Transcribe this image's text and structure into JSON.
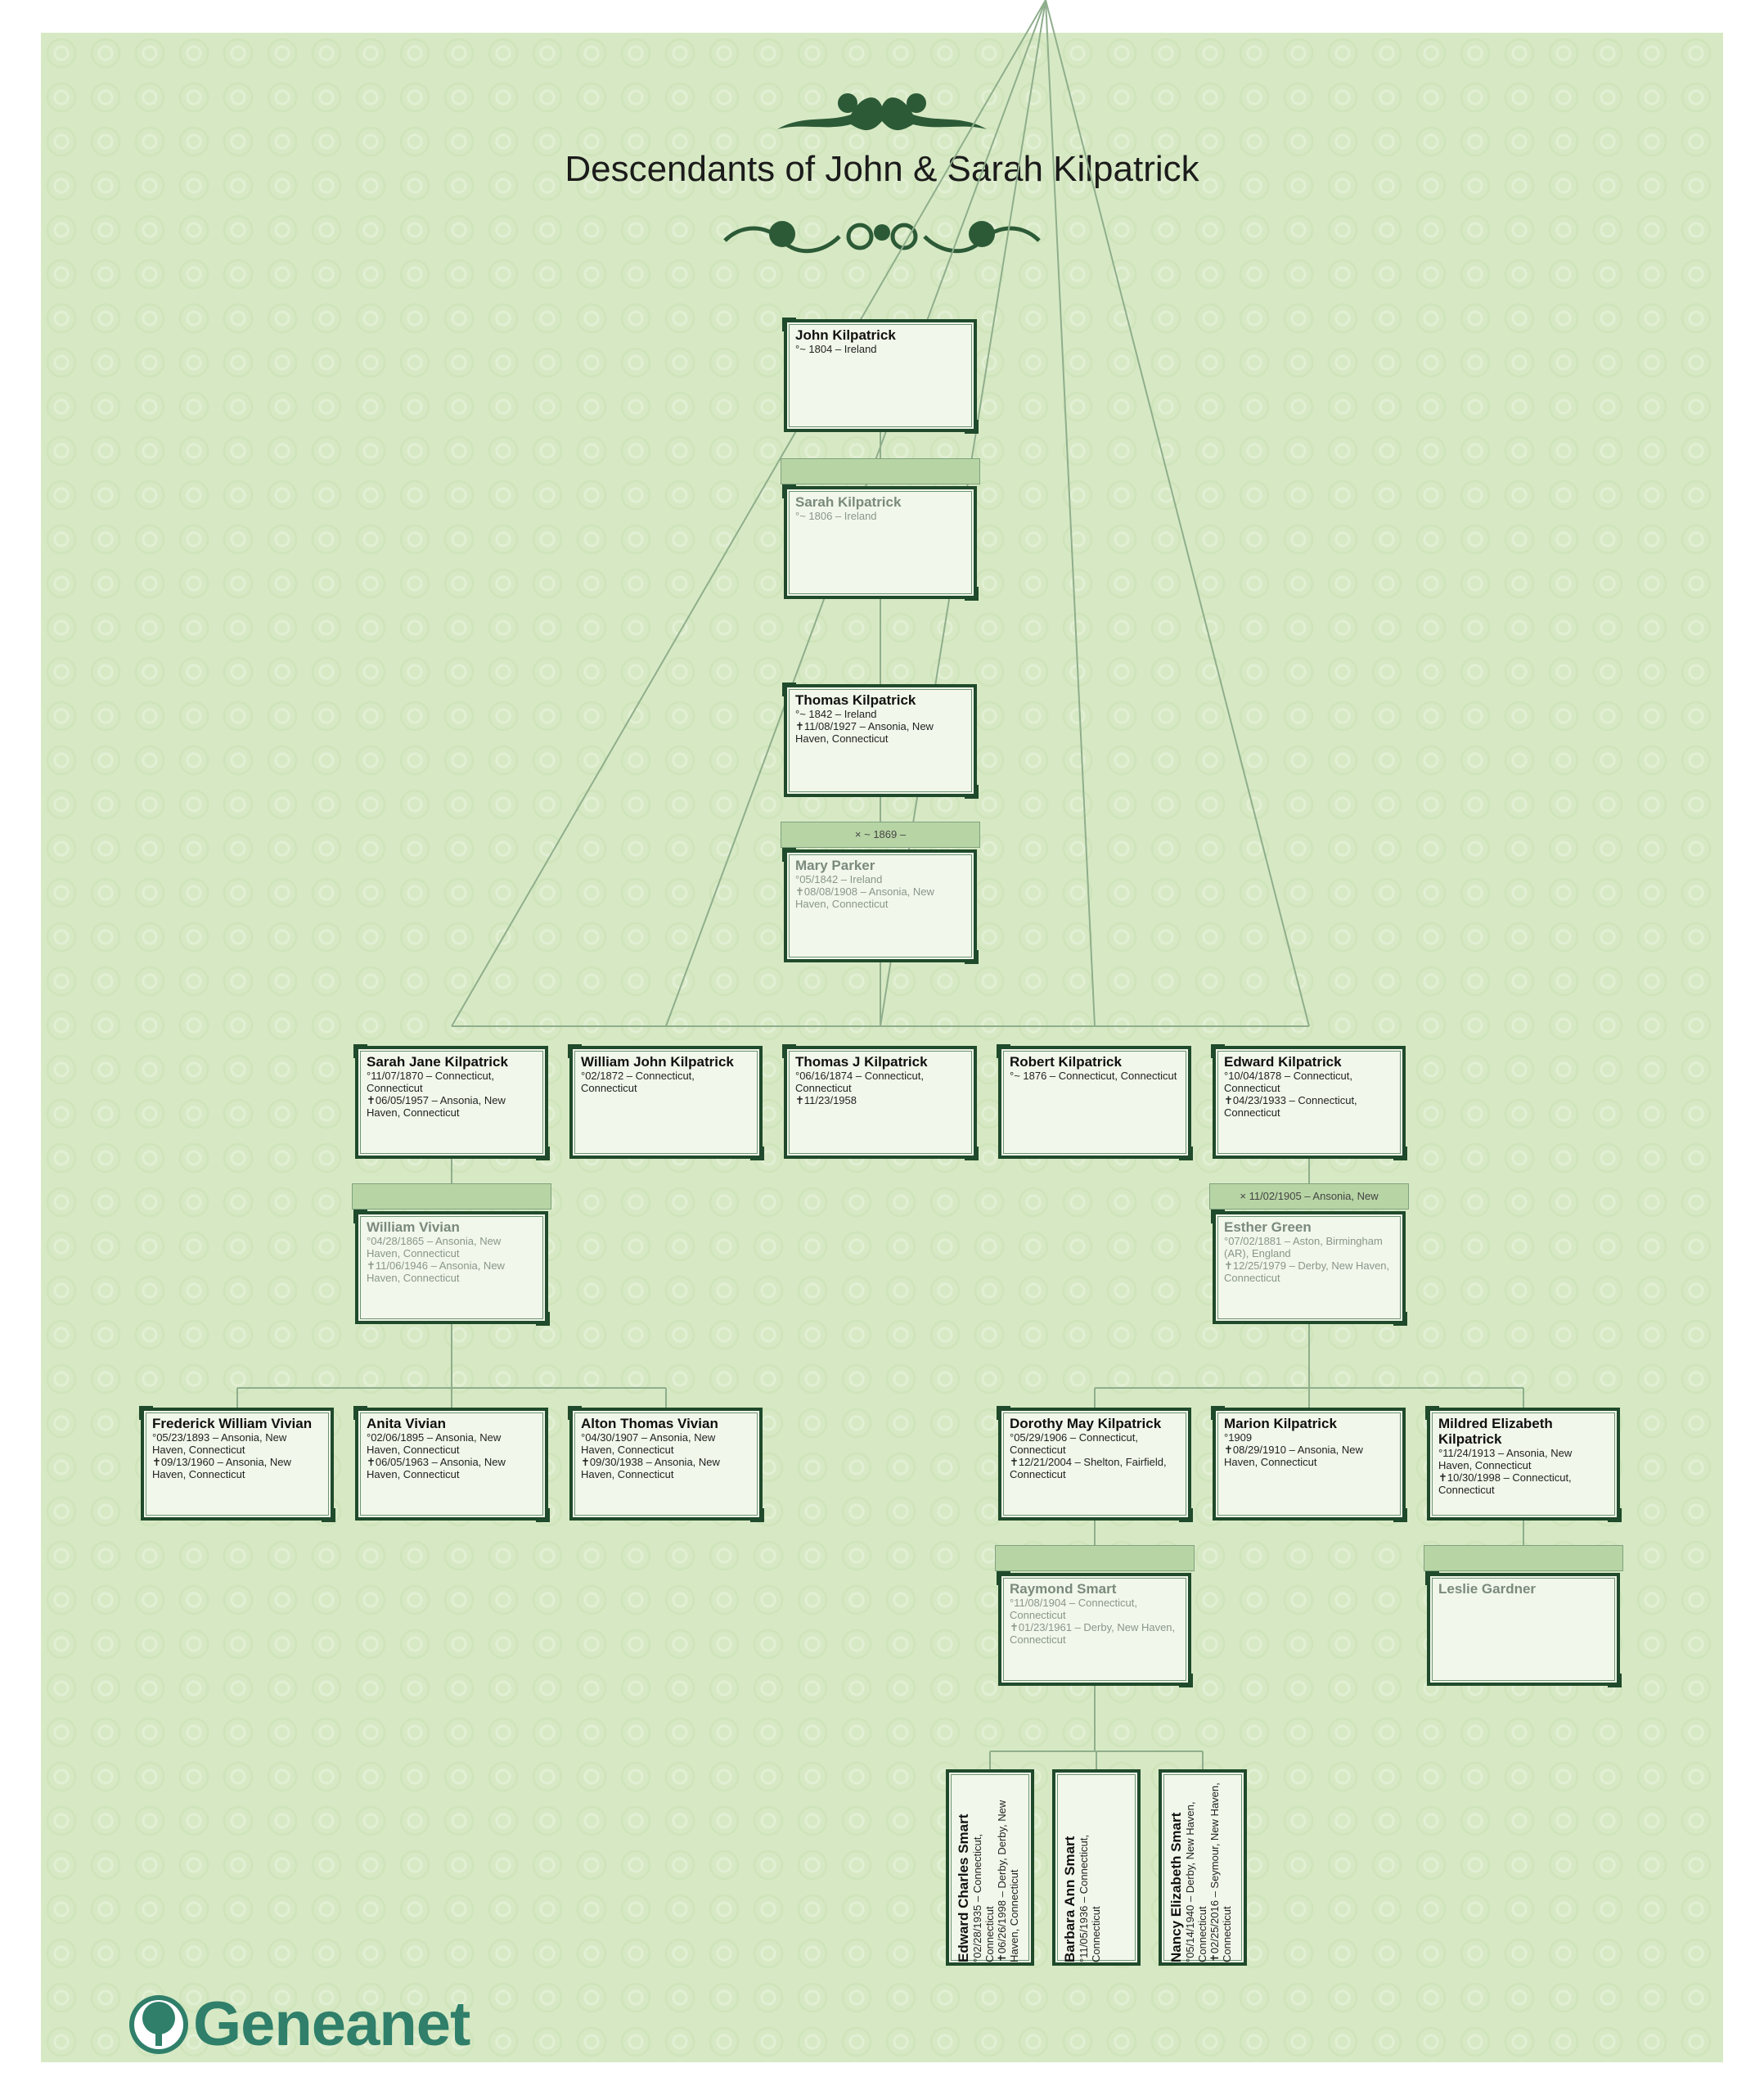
{
  "title": "Descendants of John & Sarah Kilpatrick",
  "colors": {
    "background": "#d7e9c4",
    "frame": "#1f4a2b",
    "card": "#f1f7ea",
    "marriage_bar": "#b7d4a4",
    "logo": "#2f7f6a"
  },
  "people": {
    "john": {
      "name": "John Kilpatrick",
      "events": [
        "°~ 1804 – Ireland"
      ]
    },
    "sarah": {
      "name": "Sarah Kilpatrick",
      "events": [
        "°~ 1806 – Ireland"
      ]
    },
    "thomas": {
      "name": "Thomas Kilpatrick",
      "events": [
        "°~ 1842 – Ireland",
        "✝11/08/1927 – Ansonia, New Haven, Connecticut"
      ]
    },
    "mary": {
      "name": "Mary Parker",
      "events": [
        "°05/1842 – Ireland",
        "✝08/08/1908 – Ansonia, New Haven, Connecticut"
      ]
    },
    "sarah_jane": {
      "name": "Sarah Jane Kilpatrick",
      "events": [
        "°11/07/1870 – Connecticut, Connecticut",
        "✝06/05/1957 – Ansonia, New Haven, Connecticut"
      ]
    },
    "william_john": {
      "name": "William John Kilpatrick",
      "events": [
        "°02/1872 – Connecticut, Connecticut"
      ]
    },
    "thomas_j": {
      "name": "Thomas J Kilpatrick",
      "events": [
        "°06/16/1874 – Connecticut, Connecticut",
        "✝11/23/1958"
      ]
    },
    "robert": {
      "name": "Robert Kilpatrick",
      "events": [
        "°~ 1876 – Connecticut, Connecticut"
      ]
    },
    "edward": {
      "name": "Edward Kilpatrick",
      "events": [
        "°10/04/1878 – Connecticut, Connecticut",
        "✝04/23/1933 – Connecticut, Connecticut"
      ]
    },
    "william_vivian": {
      "name": "William Vivian",
      "events": [
        "°04/28/1865 – Ansonia, New Haven, Connecticut",
        "✝11/06/1946 – Ansonia, New Haven, Connecticut"
      ]
    },
    "esther": {
      "name": "Esther Green",
      "events": [
        "°07/02/1881 – Aston, Birmingham (AR), England",
        "✝12/25/1979 – Derby, New Haven, Connecticut"
      ]
    },
    "frederick": {
      "name": "Frederick William Vivian",
      "events": [
        "°05/23/1893 – Ansonia, New Haven, Connecticut",
        "✝09/13/1960 – Ansonia, New Haven, Connecticut"
      ]
    },
    "anita": {
      "name": "Anita Vivian",
      "events": [
        "°02/06/1895 – Ansonia, New Haven, Connecticut",
        "✝06/05/1963 – Ansonia, New Haven, Connecticut"
      ]
    },
    "alton": {
      "name": "Alton Thomas Vivian",
      "events": [
        "°04/30/1907 – Ansonia, New Haven, Connecticut",
        "✝09/30/1938 – Ansonia, New Haven, Connecticut"
      ]
    },
    "dorothy": {
      "name": "Dorothy May Kilpatrick",
      "events": [
        "°05/29/1906 – Connecticut, Connecticut",
        "✝12/21/2004 – Shelton, Fairfield, Connecticut"
      ]
    },
    "marion": {
      "name": "Marion Kilpatrick",
      "events": [
        "°1909",
        "✝08/29/1910 – Ansonia, New Haven, Connecticut"
      ]
    },
    "mildred": {
      "name": "Mildred Elizabeth Kilpatrick",
      "events": [
        "°11/24/1913 – Ansonia, New Haven, Connecticut",
        "✝10/30/1998 – Connecticut, Connecticut"
      ]
    },
    "raymond": {
      "name": "Raymond Smart",
      "events": [
        "°11/08/1904 – Connecticut, Connecticut",
        "✝01/23/1961 – Derby, New Haven, Connecticut"
      ]
    },
    "leslie": {
      "name": "Leslie Gardner",
      "events": []
    },
    "edward_charles": {
      "name": "Edward Charles Smart",
      "events": [
        "°02/28/1935 – Connecticut, Connecticut",
        "✝06/26/1998 – Derby, Derby, New Haven, Connecticut"
      ]
    },
    "barbara": {
      "name": "Barbara Ann Smart",
      "events": [
        "°11/05/1936 – Connecticut, Connecticut"
      ]
    },
    "nancy": {
      "name": "Nancy Elizabeth Smart",
      "events": [
        "°05/14/1940 – Derby, New Haven, Connecticut",
        "✝02/25/2016 – Seymour, New Haven, Connecticut"
      ]
    }
  },
  "marriages": {
    "john_sarah": "",
    "thomas_mary": "× ~ 1869 –",
    "sarahjane_william": "",
    "edward_esther": "× 11/02/1905 – Ansonia, New",
    "dorothy_raymond": "",
    "mildred_leslie": ""
  },
  "logo": {
    "text": "Geneanet",
    "icon": "tree-icon"
  }
}
